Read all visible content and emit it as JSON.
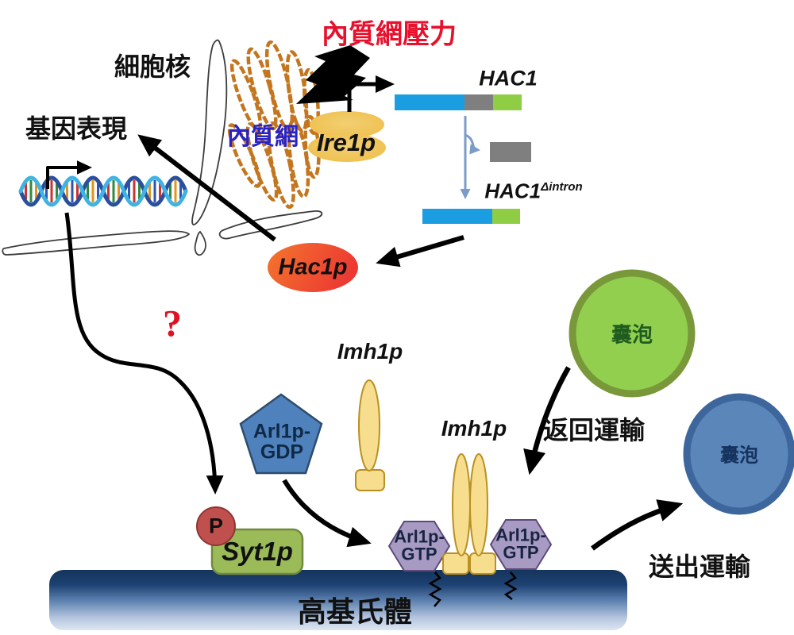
{
  "diagram": {
    "title_context": "UPR / Arl1p vesicle transport pathway diagram",
    "labels": {
      "er_stress": "內質網壓力",
      "nucleus": "細胞核",
      "gene_expression": "基因表現",
      "er": "內質網",
      "ire1p": "Ire1p",
      "hac1": "HAC1",
      "hac1_spliced_base": "HAC1",
      "hac1_spliced_sup": "Δintron",
      "hac1p": "Hac1p",
      "question_mark": "?",
      "imh1p_upper": "Imh1p",
      "imh1p_lower": "Imh1p",
      "arl1p_gdp_line1": "Arl1p-",
      "arl1p_gdp_line2": "GDP",
      "arl1p_gtp_left_line1": "Arl1p-",
      "arl1p_gtp_left_line2": "GTP",
      "arl1p_gtp_right_line1": "Arl1p-",
      "arl1p_gtp_right_line2": "GTP",
      "syt1p": "Syt1p",
      "phospho": "P",
      "vesicle_green": "囊泡",
      "vesicle_blue": "囊泡",
      "retrograde_transport": "返回運輸",
      "anterograde_transport": "送出運輸",
      "golgi": "高基氏體"
    },
    "colors": {
      "er_stress_red": "#e8112d",
      "er_text_blue": "#2a23c4",
      "er_membrane_orange": "#c4761f",
      "mrna_exon_blue": "#1b9de2",
      "mrna_intron_gray": "#7f7f7f",
      "mrna_exon_green": "#8fce44",
      "splice_arrow_blue": "#7b9cc9",
      "ire1p_gold": "#efc45a",
      "hac1p_orange": "#f4762c",
      "hac1p_red": "#ec3a33",
      "vesicle_green_fill": "#92cf4e",
      "vesicle_green_border": "#78983a",
      "vesicle_blue_fill": "#5b86ba",
      "vesicle_blue_border": "#3c669c",
      "gdp_pentagon_blue": "#4f81bd",
      "gtp_hexagon_purple": "#a79bc4",
      "syt1p_green": "#9bbb59",
      "phospho_red": "#c0504d",
      "imh1p_yellow": "#f7dd8e",
      "membrane_navy": "#14345a",
      "question_red": "#e01122"
    }
  }
}
